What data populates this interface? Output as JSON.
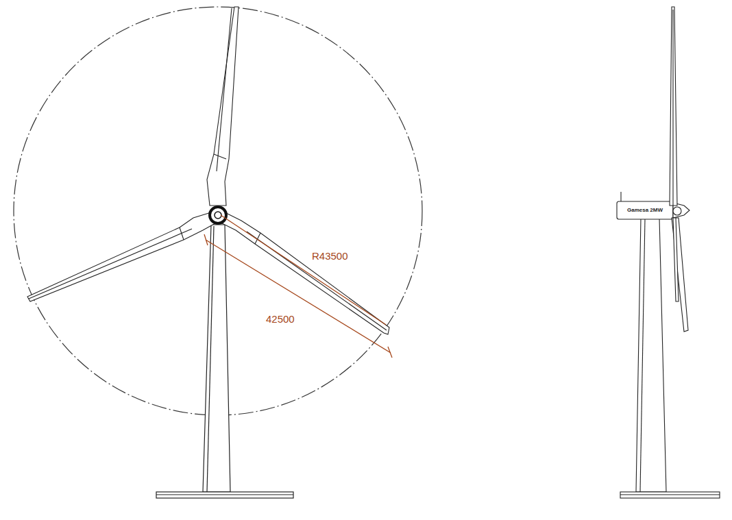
{
  "diagram": {
    "labels": [
      "R43500",
      "42500",
      "Gamesa 2MW"
    ]
  }
}
